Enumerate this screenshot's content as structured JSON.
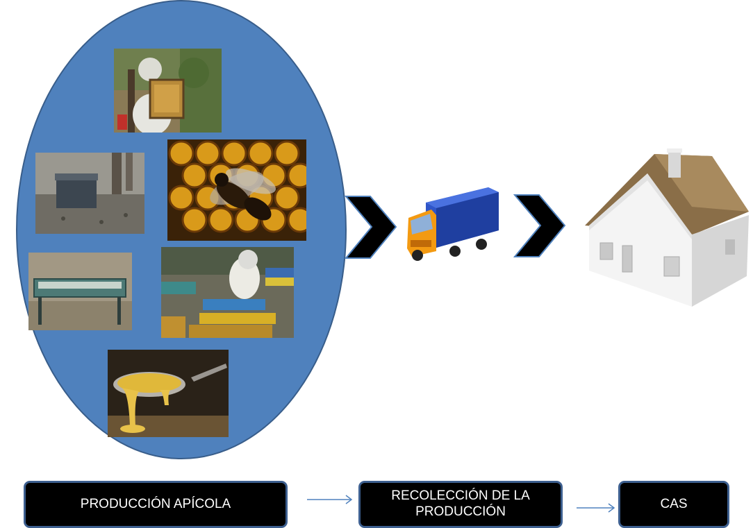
{
  "colors": {
    "ellipse_fill": "#4f81bd",
    "ellipse_stroke": "#385d8a",
    "box_fill": "#000000",
    "box_border": "#3d5f8f",
    "box_text": "#ffffff",
    "connector": "#4f81bd",
    "chevron": "#000000"
  },
  "photos": [
    {
      "subject": "beekeeper holding honeycomb frame"
    },
    {
      "subject": "beehive under trees"
    },
    {
      "subject": "bee on honeycomb illustration"
    },
    {
      "subject": "honey extraction trough"
    },
    {
      "subject": "beekeeper inspecting colorful hives"
    },
    {
      "subject": "honey dripping from spoon"
    }
  ],
  "icons": [
    "chevron-right-icon",
    "truck-icon",
    "chevron-right-icon",
    "house-icon"
  ],
  "boxes": {
    "produccion": "PRODUCCIÓN APÍCOLA",
    "recoleccion_line1": "RECOLECCIÓN DE LA",
    "recoleccion_line2": "PRODUCCIÓN",
    "cas": "CAS"
  }
}
